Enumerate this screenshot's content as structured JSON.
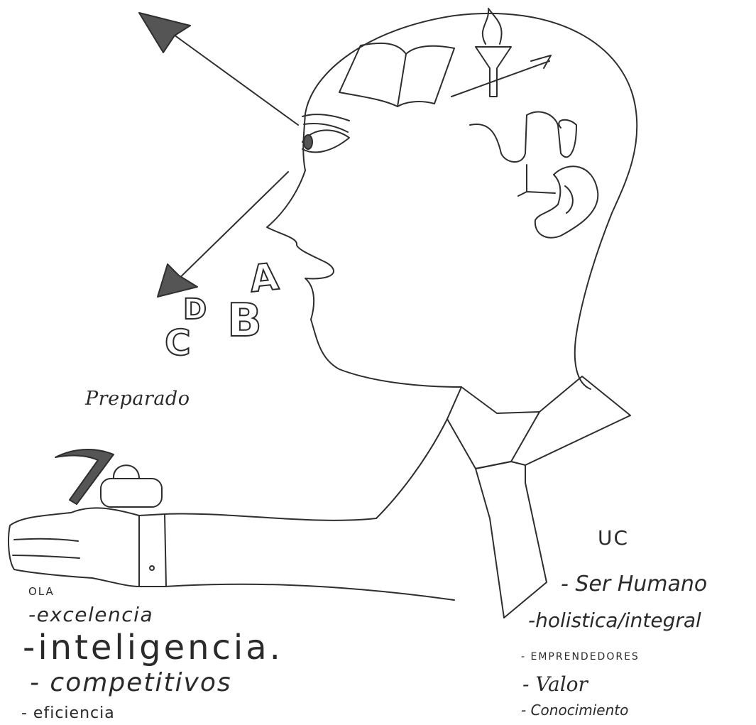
{
  "drawing": {
    "label_left_middle": "Preparado",
    "left_list": {
      "header": "OLA",
      "items": [
        "-excelencia",
        "-inteligencia.",
        "- competitivos",
        "- eficiencia"
      ]
    },
    "right_list": {
      "header": "UC",
      "items": [
        "- Ser Humano",
        "-holistica/integral",
        "- EMPRENDEDORES",
        "- Valor",
        "- Conocimiento"
      ]
    },
    "letters": {
      "a": "A",
      "b": "B",
      "c": "C",
      "d": "D"
    },
    "icons": [
      "book-icon",
      "torch-icon",
      "pen-icon",
      "psi-symbol-icon",
      "ear-icon",
      "eye-icon",
      "arrow-icon",
      "padlock-icon",
      "hook-icon"
    ],
    "colors": {
      "ink": "#2e2e2e",
      "paper": "#ffffff"
    }
  }
}
